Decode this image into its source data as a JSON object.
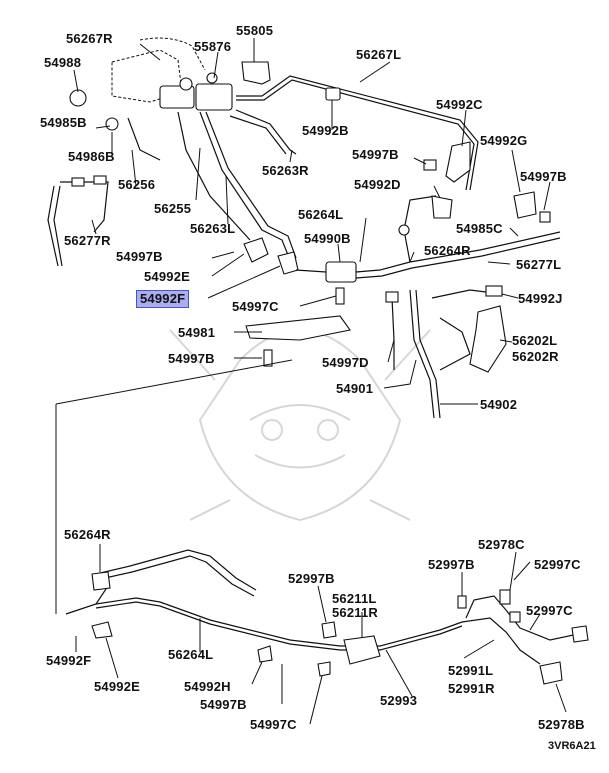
{
  "diagram_code": "3VR6A21",
  "highlight_color": "#a9aef0",
  "highlighted_part": "54992F",
  "labels": {
    "p56267R": "56267R",
    "p55805": "55805",
    "p55876": "55876",
    "p56267L_top": "56267L",
    "p54988": "54988",
    "p54985B": "54985B",
    "p54986B": "54986B",
    "p56256": "56256",
    "p54992B": "54992B",
    "p54992C": "54992C",
    "p56263R": "56263R",
    "p54997B_r1": "54997B",
    "p54992G": "54992G",
    "p54997B_r2": "54997B",
    "p54992D": "54992D",
    "p56255": "56255",
    "p56264L_top": "56264L",
    "p54985C": "54985C",
    "p56277R": "56277R",
    "p56263L": "56263L",
    "p54990B": "54990B",
    "p56264R_mid": "56264R",
    "p54997B_l1": "54997B",
    "p56277L": "56277L",
    "p54992E_top": "54992E",
    "p54992F_top": "54992F",
    "p54992J": "54992J",
    "p54997C_mid": "54997C",
    "p54981": "54981",
    "p56202L": "56202L",
    "p56202R": "56202R",
    "p54997B_l2": "54997B",
    "p54997D": "54997D",
    "p54901": "54901",
    "p54902": "54902",
    "p56264R_bot": "56264R",
    "p52978C": "52978C",
    "p52997B_a": "52997B",
    "p52997B_b": "52997B",
    "p52997C_a": "52997C",
    "p56211L": "56211L",
    "p56211R": "56211R",
    "p52997C_b": "52997C",
    "p54992F_bot": "54992F",
    "p56264L_bot": "56264L",
    "p52991L": "52991L",
    "p52991R": "52991R",
    "p54992E_bot": "54992E",
    "p54992H": "54992H",
    "p52993": "52993",
    "p54997B_bot": "54997B",
    "p54997C_bot": "54997C",
    "p52978B": "52978B"
  }
}
